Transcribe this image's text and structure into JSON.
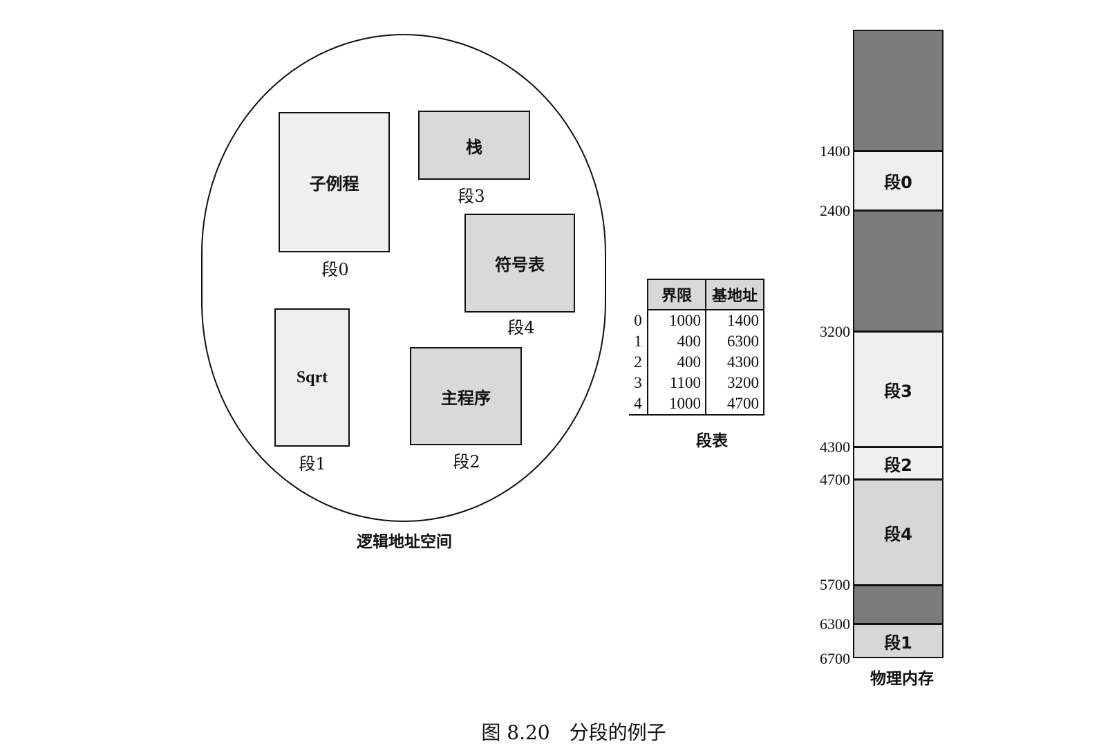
{
  "logical_space": {
    "caption": "逻辑地址空间",
    "segments": [
      {
        "label": "子例程",
        "caption": "段0"
      },
      {
        "label": "栈",
        "caption": "段3"
      },
      {
        "label": "符号表",
        "caption": "段4"
      },
      {
        "label": "Sqrt",
        "caption": "段1"
      },
      {
        "label": "主程序",
        "caption": "段2"
      }
    ]
  },
  "segment_table": {
    "caption": "段表",
    "headers": [
      "界限",
      "基地址"
    ],
    "rows": [
      {
        "index": "0",
        "limit": "1000",
        "base": "1400"
      },
      {
        "index": "1",
        "limit": "400",
        "base": "6300"
      },
      {
        "index": "2",
        "limit": "400",
        "base": "4300"
      },
      {
        "index": "3",
        "limit": "1100",
        "base": "3200"
      },
      {
        "index": "4",
        "limit": "1000",
        "base": "4700"
      }
    ]
  },
  "physical_memory": {
    "caption": "物理内存",
    "addresses": [
      "1400",
      "2400",
      "3200",
      "4300",
      "4700",
      "5700",
      "6300",
      "6700"
    ],
    "blocks": [
      {
        "label": "",
        "shade": "dark"
      },
      {
        "label": "段0",
        "shade": "light"
      },
      {
        "label": "",
        "shade": "dark"
      },
      {
        "label": "段3",
        "shade": "light"
      },
      {
        "label": "段2",
        "shade": "light"
      },
      {
        "label": "段4",
        "shade": "mid"
      },
      {
        "label": "",
        "shade": "dark"
      },
      {
        "label": "段1",
        "shade": "mid"
      }
    ]
  },
  "figure_caption": "图 8.20　分段的例子"
}
